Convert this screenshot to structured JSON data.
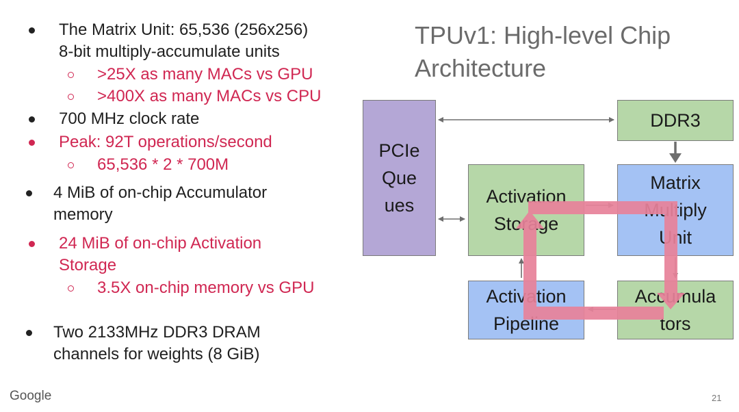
{
  "slide": {
    "title_line1": "TPUv1: High-level Chip",
    "title_line2": "Architecture",
    "page_number": "21",
    "footer_logo": "Google"
  },
  "bullets": [
    {
      "level": 1,
      "color": "black",
      "lines": [
        "The Matrix Unit: 65,536 (256x256)",
        "8-bit multiply-accumulate units"
      ]
    },
    {
      "level": 2,
      "color": "red",
      "lines": [
        ">25X as many MACs vs GPU"
      ]
    },
    {
      "level": 2,
      "color": "red",
      "lines": [
        ">400X as many MACs vs CPU"
      ]
    },
    {
      "level": 1,
      "color": "black",
      "lines": [
        "700 MHz clock rate"
      ]
    },
    {
      "level": 1,
      "color": "red",
      "lines": [
        "Peak: 92T operations/second"
      ]
    },
    {
      "level": 2,
      "color": "red",
      "lines": [
        "65,536 * 2 * 700M"
      ]
    },
    {
      "level": 1,
      "color": "black",
      "lines": [
        "4 MiB of on-chip Accumulator",
        "memory"
      ]
    },
    {
      "level": 1,
      "color": "red",
      "lines": [
        "24 MiB of on-chip Activation",
        "Storage"
      ]
    },
    {
      "level": 2,
      "color": "red",
      "lines": [
        "3.5X on-chip memory vs GPU"
      ]
    },
    {
      "level": 1,
      "color": "black",
      "lines": [
        "Two 2133MHz DDR3 DRAM",
        "channels for weights (8 GiB)"
      ]
    }
  ],
  "diagram": {
    "blocks": {
      "pcie": [
        "PCIe",
        "Que",
        "ues"
      ],
      "ddr3": [
        "DDR3"
      ],
      "activation_storage": [
        "Activation",
        "Storage"
      ],
      "matrix_multiply": [
        "Matrix",
        "Multiply",
        "Unit"
      ],
      "activation_pipeline": [
        "Activation",
        "Pipeline"
      ],
      "accumulators": [
        "Accumula",
        "tors"
      ]
    },
    "colors": {
      "pcie": "#b4a7d6",
      "memory": "#b6d7a8",
      "compute": "#a4c2f4",
      "loop_arrow": "#e8829a",
      "accent_text": "#d02752"
    }
  }
}
